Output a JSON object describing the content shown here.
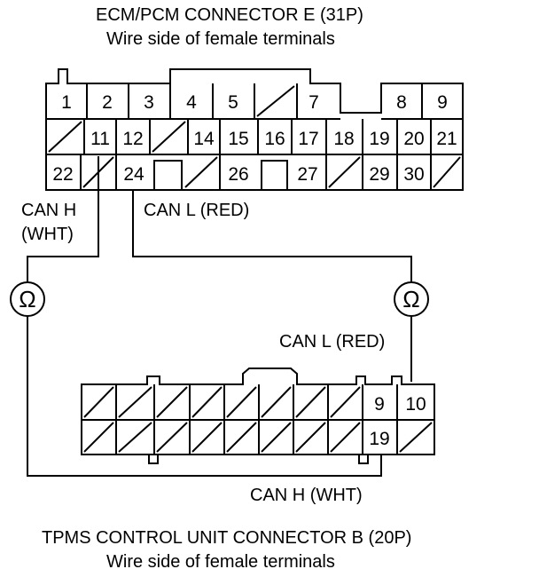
{
  "ecm_title": "ECM/PCM CONNECTOR E (31P)",
  "ecm_subtitle": "Wire side of female terminals",
  "tpms_title": "TPMS CONTROL UNIT CONNECTOR B (20P)",
  "tpms_subtitle": "Wire side of female terminals",
  "wire_labels": {
    "can_h_top_line1": "CAN H",
    "can_h_top_line2": "(WHT)",
    "can_l_top": "CAN L (RED)",
    "can_l_right": "CAN L (RED)",
    "can_h_bottom": "CAN H (WHT)"
  },
  "meter_symbol": "Ω",
  "ecm_pins": {
    "p1": "1",
    "p2": "2",
    "p3": "3",
    "p4": "4",
    "p5": "5",
    "p7": "7",
    "p8": "8",
    "p9": "9",
    "p11": "11",
    "p12": "12",
    "p14": "14",
    "p15": "15",
    "p16": "16",
    "p17": "17",
    "p18": "18",
    "p19": "19",
    "p20": "20",
    "p21": "21",
    "p22": "22",
    "p24": "24",
    "p26": "26",
    "p27": "27",
    "p29": "29",
    "p30": "30"
  },
  "tpms_pins": {
    "p9": "9",
    "p10": "10",
    "p19": "19"
  }
}
